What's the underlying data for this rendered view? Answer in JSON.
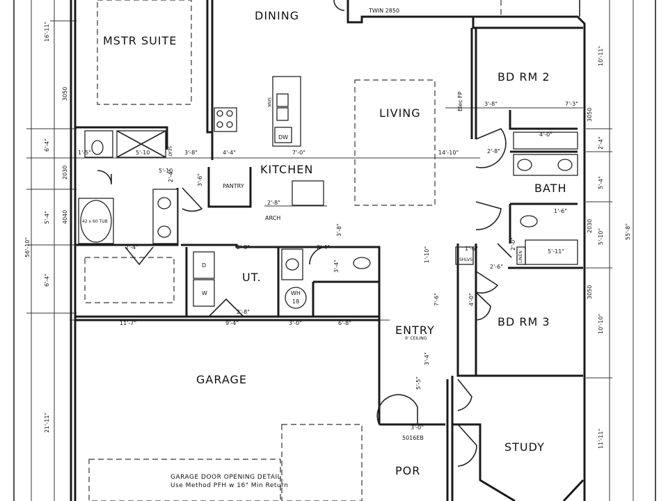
{
  "rooms": {
    "mstr_suite": "MSTR SUITE",
    "dining": "DINING",
    "living": "LIVING",
    "kitchen": "KITCHEN",
    "bd_rm_2": "BD RM 2",
    "bath": "BATH",
    "bd_rm_3": "BD RM 3",
    "entry": "ENTRY",
    "garage": "GARAGE",
    "study": "STUDY",
    "ut": "UT.",
    "por": "POR"
  },
  "fixtures": {
    "twin_window": "TWIN 2850",
    "pantry": "PANTRY",
    "arch": "ARCH",
    "tub": "42 x 60 TUB",
    "dw": "DW",
    "sink": "SINK",
    "elec_fp": "Elec FP",
    "shlvs": "SHLVS",
    "linen": "LINEN",
    "wh": "WH",
    "wh_sub": "18",
    "dryer": "D",
    "washer": "W",
    "entry_ceiling": "9' CEILING",
    "door_5016eb": "5016EB",
    "seat": "SEAT",
    "shower_x": "5'-10"
  },
  "notes": {
    "garage_door_line1": "GARAGE DOOR OPENING DETAIL",
    "garage_door_line2": "Use Method PFH w 16\" Min Return"
  },
  "dimensions": {
    "d_16_11": "16'-11\"",
    "d_3050_l": "3050",
    "d_6_4_a": "6'-4\"",
    "d_2030_l": "2030",
    "d_5_4_l": "5'-4\"",
    "d_4040": "4040",
    "d_6_4_b": "6'-4\"",
    "d_56_10": "56'-10\"",
    "d_21_11": "21'-11\"",
    "d_5_10": "5'-10",
    "d_3_8_k": "3'-8\"",
    "d_4_4": "4'-4\"",
    "d_7_0": "7'-0\"",
    "d_14_10": "14'-10\"",
    "d_3_8_b": "3'-8\"",
    "d_7_3": "7'-3\"",
    "d_4_0_b": "4'-0\"",
    "d_2_4_b": "2'-4\"",
    "d_2_8": "2'-8\"",
    "d_3_8_v": "3'-8\"",
    "d_11_7": "11'-7\"",
    "d_9_4": "9'-4\"",
    "d_3_0_g": "3'-0\"",
    "d_6_8": "6'-8\"",
    "d_3_4_v": "3'-4\"",
    "d_1_10": "1'-10\"",
    "d_7_6": "7'-6\"",
    "d_3_4_e": "3'-4\"",
    "d_5_5": "5'-5\"",
    "d_3_0_d": "3'-0\"",
    "d_10_11": "10'-11\"",
    "d_3050_r1": "3050",
    "d_2_4_r": "2'-4\"",
    "d_5_4_r": "5'-4\"",
    "d_2030_r": "2030",
    "d_5_10_r": "5'-10\"",
    "d_55_8": "55'-8\"",
    "d_3050_r2": "3050",
    "d_10_10": "10'-10\"",
    "d_11_11": "11'-11\"",
    "d_5_11": "5'-11\"",
    "d_2_4_m": "2'-4\"",
    "d_2_8_m": "2'-8\"",
    "d_2_4_u": "2'-4\"",
    "d_2_8_u": "2'-8\"",
    "d_4_0_s": "4'-0\"",
    "d_1_6": "1'-6\"",
    "d_2_0": "2'-0\"",
    "d_2_6": "2'-6\"",
    "d_3_6": "3'-6\"",
    "d_1_5": "1'-5\"",
    "d_1_6_a": "1'-6\"",
    "d_2_8_e": "2'-8\""
  }
}
